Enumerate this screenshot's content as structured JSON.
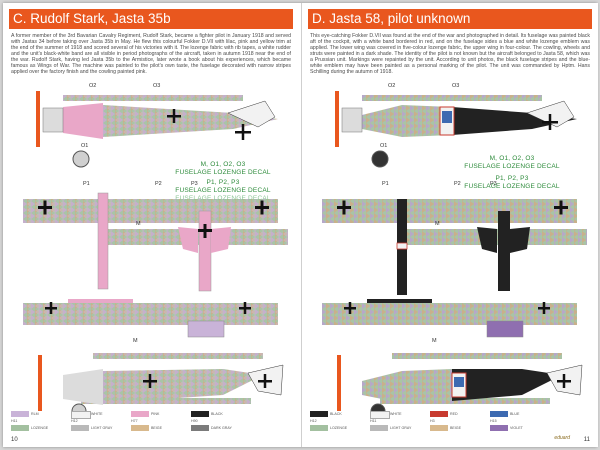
{
  "left_page": {
    "title": "C. Rudolf Stark, Jasta 35b",
    "body": "A former member of the 3rd Bavarian Cavalry Regiment, Rudolf Stark, became a fighter pilot in January 1918 and served with Jastas 34 before taking over Jasta 35b in May. He flew this colourful Fokker D.VII with lilac, pink and yellow trim at the end of the summer of 1918 and scored several of his victories with it. The lozenge fabric with rib tapes, a white rudder and the unit's black-white band are all visible in period photographs of the aircraft, taken in autumn 1918 near the end of the war. Rudolf Stark, having led Jasta 35b to the Armistice, later wrote a book about his experiences, which became famous as Wings of War. The machine was painted to the pilot's own taste, the fuselage decorated with narrow stripes applied over the factory finish and the cowling painted pink.",
    "callouts": [
      "O2",
      "O3",
      "P1",
      "P2",
      "P3",
      "M",
      "O1",
      "M"
    ],
    "decal_notes": [
      "M, O1, O2, O3",
      "FUSELAGE LOZENGE DECAL",
      "P1, P2, P3",
      "FUSELAGE LOZENGE DECAL",
      "FUSELAGE LOZENGE DECAL"
    ],
    "page_number": "10",
    "legend": [
      {
        "label": "RLM",
        "color": "#c9b3d8"
      },
      {
        "label": "WHITE",
        "color": "#f2f2f2"
      },
      {
        "label": "PINK",
        "color": "#e9a7c8"
      },
      {
        "label": "BLACK",
        "color": "#222222"
      },
      {
        "label": "LOZENGE",
        "color": "#a3c0a0"
      },
      {
        "label": "LIGHT GRAY",
        "color": "#b9b9b9"
      },
      {
        "label": "BEIGE",
        "color": "#d8b98d"
      },
      {
        "label": "DARK GRAY",
        "color": "#7b7b7b"
      }
    ],
    "codes": [
      "H11",
      "H12",
      "H77",
      "H90",
      "H413",
      "H312",
      "H4",
      "H57"
    ]
  },
  "right_page": {
    "title": "D. Jasta 58, pilot unknown",
    "body": "This eye-catching Fokker D.VII was found at the end of the war and photographed in detail. Its fuselage was painted black aft of the cockpit, with a white band bordered in red, and on the fuselage sides a blue and white lozenge emblem was applied. The lower wing was covered in five-colour lozenge fabric, the upper wing in four-colour. The cowling, wheels and struts were painted in a dark shade. The identity of the pilot is not known but the aircraft belonged to Jasta 58, which was a Prussian unit. Markings were repainted by the unit. According to unit photos, the black fuselage stripes and the blue-white emblem may have been painted as a personal marking of the pilot. The unit was commanded by Hptm. Hans Schilling during the autumn of 1918.",
    "callouts": [
      "O2",
      "O3",
      "P1",
      "P2",
      "P3",
      "M",
      "O1",
      "M"
    ],
    "decal_notes": [
      "M, O1, O2, O3",
      "FUSELAGE LOZENGE DECAL",
      "P1, P2, P3",
      "FUSELAGE LOZENGE DECAL"
    ],
    "page_number": "11",
    "logo": "eduard",
    "legend": [
      {
        "label": "BLACK",
        "color": "#222222"
      },
      {
        "label": "WHITE",
        "color": "#f2f2f2"
      },
      {
        "label": "RED",
        "color": "#c83a2f"
      },
      {
        "label": "BLUE",
        "color": "#3d6ab1"
      },
      {
        "label": "LOZENGE",
        "color": "#a3c0a0"
      },
      {
        "label": "LIGHT GRAY",
        "color": "#b9b9b9"
      },
      {
        "label": "BEIGE",
        "color": "#d8b98d"
      },
      {
        "label": "VIOLET",
        "color": "#8f6fb0"
      }
    ],
    "codes": [
      "H12",
      "H11",
      "H3",
      "H15",
      "H413",
      "H312",
      "H4",
      "H39"
    ]
  },
  "colors": {
    "accent": "#e9571e",
    "pink": "#e9a7c8",
    "lozenge": "#a3c0a0",
    "black": "#222222",
    "decal_green": "#2c8a3a"
  }
}
